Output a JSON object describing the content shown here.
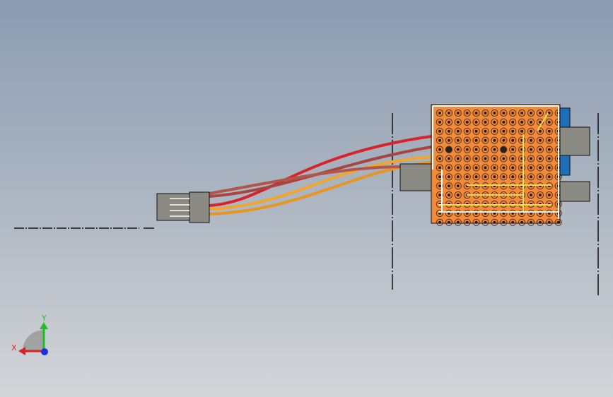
{
  "viewport": {
    "background_top": "#8c9cb1",
    "background_bottom": "#d3d5d8"
  },
  "model": {
    "board_color": "#f08a3c",
    "board_pad_color": "#e8e0d8",
    "connector_color": "#8b8b84",
    "wires": [
      {
        "name": "red",
        "color": "#d8232a"
      },
      {
        "name": "brown-red",
        "color": "#a8453f"
      },
      {
        "name": "orange",
        "color": "#f2a52b"
      },
      {
        "name": "orange-2",
        "color": "#e8961f"
      }
    ],
    "side_connector_color": "#1f6fb8"
  },
  "triad": {
    "x_label": "X",
    "y_label": "Y",
    "x_color": "#e02020",
    "y_color": "#20c020",
    "z_color": "#2030e0"
  }
}
